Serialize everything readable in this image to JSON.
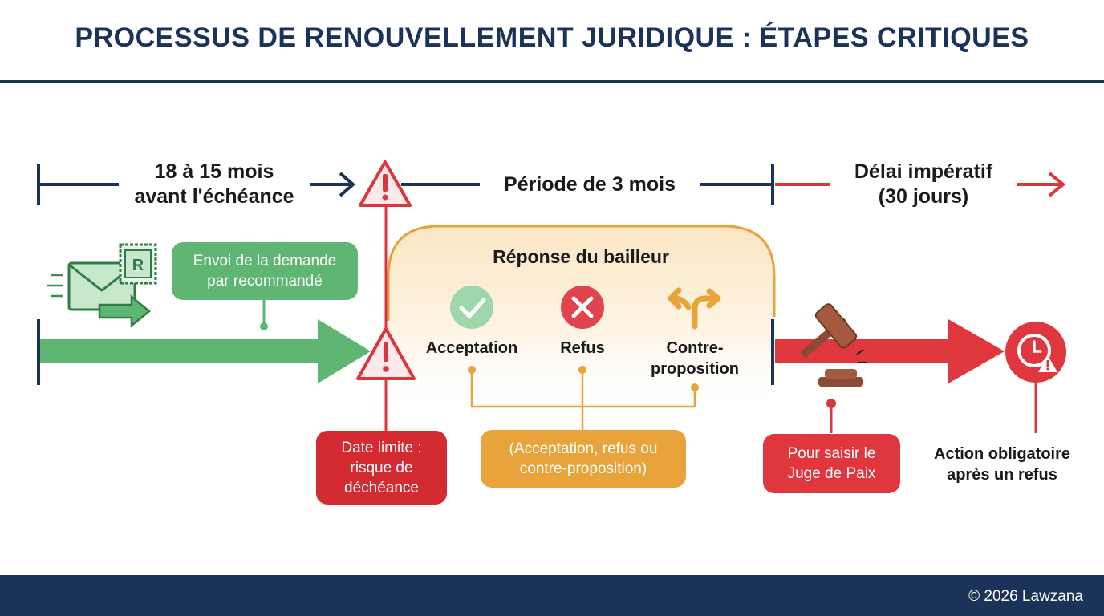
{
  "title": "PROCESSUS DE RENOUVELLEMENT JURIDIQUE : ÉTAPES CRITIQUES",
  "timeline": {
    "phase1_line1": "18 à 15 mois",
    "phase1_line2": "avant l'échéance",
    "phase2": "Période de 3 mois",
    "phase3_line1": "Délai impératif",
    "phase3_line2": "(30 jours)"
  },
  "steps": {
    "send_request_line1": "Envoi de la demande",
    "send_request_line2": "par recommandé",
    "deadline_line1": "Date limite :",
    "deadline_line2": "risque de",
    "deadline_line3": "déchéance",
    "response_title": "Réponse du bailleur",
    "options": [
      "Acceptation",
      "Refus",
      "Contre-",
      "proposition"
    ],
    "options_summary_line1": "(Acceptation, refus ou",
    "options_summary_line2": "contre-proposition)",
    "judge_line1": "Pour saisir le",
    "judge_line2": "Juge de Paix",
    "mandatory_line1": "Action obligatoire",
    "mandatory_line2": "après un refus"
  },
  "icons": {
    "mail": "registered-mail-icon",
    "warning": "warning-icon",
    "accept": "check-icon",
    "refuse": "x-icon",
    "counter": "fork-arrows-icon",
    "gavel": "gavel-icon",
    "clock": "clock-alert-icon"
  },
  "colors": {
    "navy": "#1b3358",
    "green": "#5fb572",
    "red": "#d9363e",
    "orange": "#e8a33a"
  },
  "footer": {
    "copyright": "© 2026 Lawzana"
  }
}
